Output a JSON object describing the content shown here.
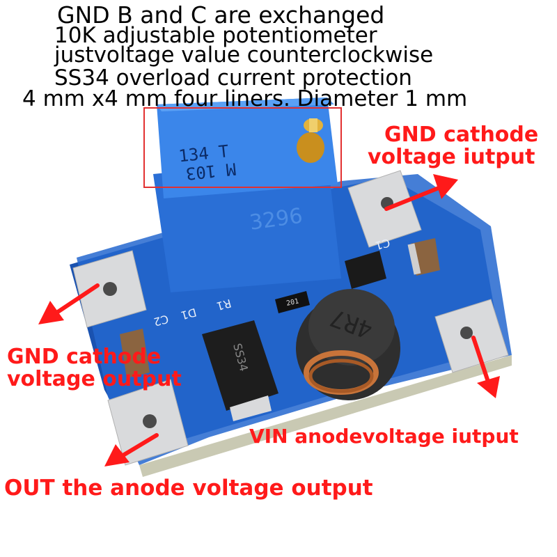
{
  "header": {
    "lines": [
      "GND B and C are exchanged",
      "10K adjustable potentiometer",
      "justvoltage value counterclockwise",
      "SS34 overload current protection",
      "4 mm x4 mm four liners. Diameter 1 mm"
    ]
  },
  "labels": {
    "gnd_top_right": [
      "GND cathode",
      "voltage iutput"
    ],
    "gnd_left": [
      "GND cathode",
      "voltage output"
    ],
    "vin": "VIN anodevoltage iutput",
    "out": "OUT the anode voltage output"
  },
  "board": {
    "potentiometer_markings": [
      "134 T",
      "M 103"
    ],
    "pot_side_text": "3296",
    "silkscreen": [
      "C2",
      "D1",
      "R1",
      "C1"
    ],
    "diode_marking": "SS34",
    "inductor_marking": "4R7",
    "resistor_marking": "201"
  },
  "colors": {
    "annotation": "#ff1a1a",
    "pcb": "#1e5fc4",
    "pot_body": "#2f7ae0",
    "pad": "#d9dadc",
    "highlight_box": "#e23030"
  }
}
